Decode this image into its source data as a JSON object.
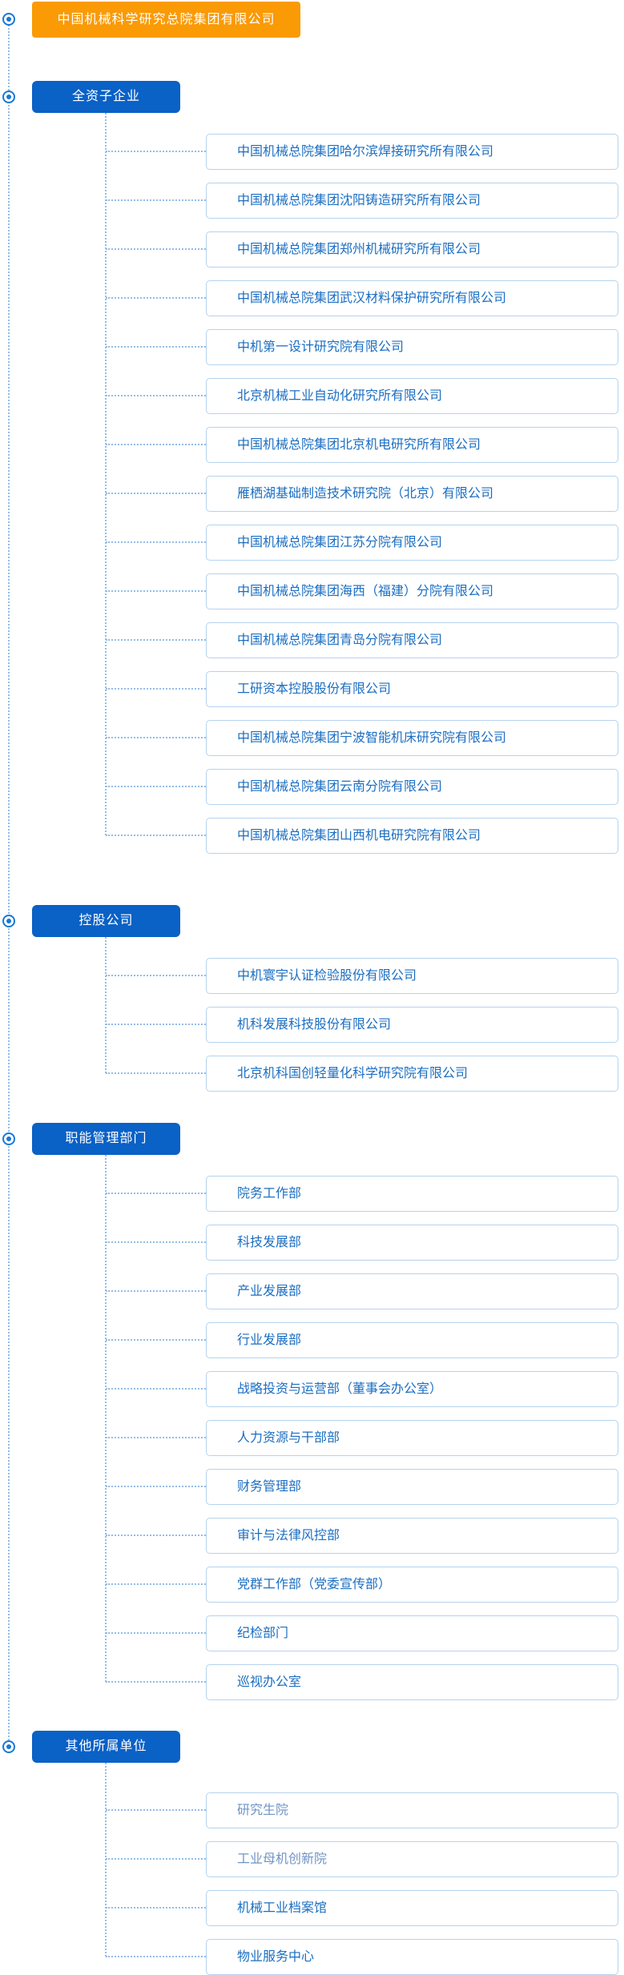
{
  "root": {
    "label": "中国机械科学研究总院集团有限公司"
  },
  "colors": {
    "root_bg": "#fa9a05",
    "header_bg": "#0a61c6",
    "item_text": "#1b6ec2",
    "item_text_muted": "#7094c5",
    "item_border": "#b5d3ee",
    "connector": "#93bde8",
    "bullet": "#1778d4"
  },
  "sections": [
    {
      "label": "全资子企业",
      "items": [
        {
          "label": "中国机械总院集团哈尔滨焊接研究所有限公司",
          "muted": false
        },
        {
          "label": "中国机械总院集团沈阳铸造研究所有限公司",
          "muted": false
        },
        {
          "label": "中国机械总院集团郑州机械研究所有限公司",
          "muted": false
        },
        {
          "label": "中国机械总院集团武汉材料保护研究所有限公司",
          "muted": false
        },
        {
          "label": "中机第一设计研究院有限公司",
          "muted": false
        },
        {
          "label": "北京机械工业自动化研究所有限公司",
          "muted": false
        },
        {
          "label": "中国机械总院集团北京机电研究所有限公司",
          "muted": false
        },
        {
          "label": "雁栖湖基础制造技术研究院（北京）有限公司",
          "muted": false
        },
        {
          "label": "中国机械总院集团江苏分院有限公司",
          "muted": false
        },
        {
          "label": "中国机械总院集团海西（福建）分院有限公司",
          "muted": false
        },
        {
          "label": "中国机械总院集团青岛分院有限公司",
          "muted": false
        },
        {
          "label": "工研资本控股股份有限公司",
          "muted": false
        },
        {
          "label": "中国机械总院集团宁波智能机床研究院有限公司",
          "muted": false
        },
        {
          "label": "中国机械总院集团云南分院有限公司",
          "muted": false
        },
        {
          "label": "中国机械总院集团山西机电研究院有限公司",
          "muted": false
        }
      ]
    },
    {
      "label": "控股公司",
      "items": [
        {
          "label": "中机寰宇认证检验股份有限公司",
          "muted": false
        },
        {
          "label": "机科发展科技股份有限公司",
          "muted": false
        },
        {
          "label": "北京机科国创轻量化科学研究院有限公司",
          "muted": false
        }
      ]
    },
    {
      "label": "职能管理部门",
      "items": [
        {
          "label": "院务工作部",
          "muted": false
        },
        {
          "label": "科技发展部",
          "muted": false
        },
        {
          "label": "产业发展部",
          "muted": false
        },
        {
          "label": "行业发展部",
          "muted": false
        },
        {
          "label": "战略投资与运营部（董事会办公室）",
          "muted": false
        },
        {
          "label": "人力资源与干部部",
          "muted": false
        },
        {
          "label": "财务管理部",
          "muted": false
        },
        {
          "label": "审计与法律风控部",
          "muted": false
        },
        {
          "label": "党群工作部（党委宣传部）",
          "muted": false
        },
        {
          "label": "纪检部门",
          "muted": false
        },
        {
          "label": "巡视办公室",
          "muted": false
        }
      ]
    },
    {
      "label": "其他所属单位",
      "items": [
        {
          "label": "研究生院",
          "muted": true
        },
        {
          "label": "工业母机创新院",
          "muted": true
        },
        {
          "label": "机械工业档案馆",
          "muted": false
        },
        {
          "label": "物业服务中心",
          "muted": false
        }
      ]
    }
  ]
}
